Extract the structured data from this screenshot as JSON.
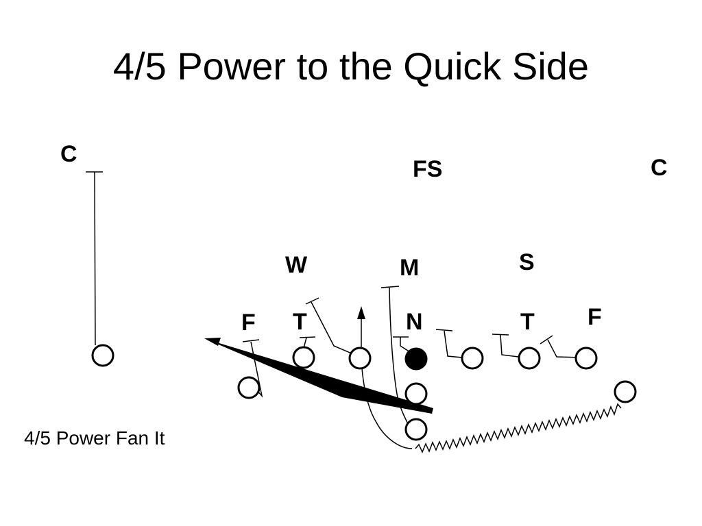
{
  "slide": {
    "title": "4/5 Power to the Quick Side",
    "caption": "4/5 Power Fan It"
  },
  "defense_labels": {
    "corner_left": "C",
    "free_safety": "FS",
    "corner_right": "C",
    "will": "W",
    "mike": "M",
    "sam": "S",
    "end_left": "F",
    "tackle_left": "T",
    "nose": "N",
    "tackle_right": "T",
    "end_right": "F"
  },
  "colors": {
    "ink": "#000000",
    "background": "#ffffff"
  }
}
